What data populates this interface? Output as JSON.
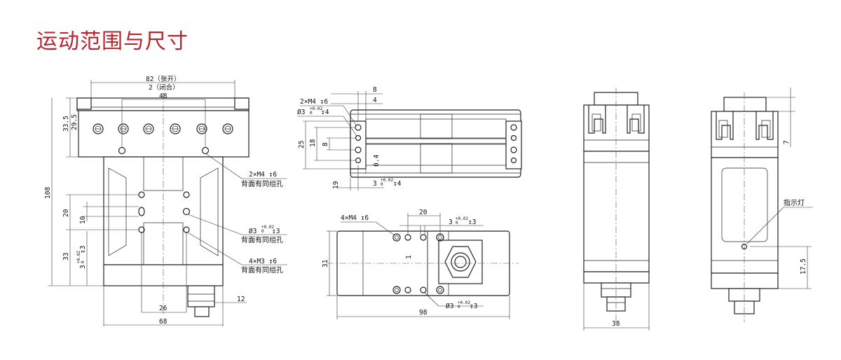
{
  "title": "运动范围与尺寸",
  "front_view": {
    "dim_stroke_open": "82（张开）",
    "dim_stroke_closed": "2（闭合）",
    "dim_48": "48",
    "dim_33_5": "33.5",
    "dim_29_5": "29.5",
    "dim_108": "108",
    "dim_20": "20",
    "dim_10": "10",
    "dim_33": "33",
    "dim_pin_3": "3",
    "dim_pin_tol": "+0.02",
    "dim_pin_tol0": "0",
    "dim_pin_depth": "↧3",
    "dim_26": "26",
    "dim_68": "68",
    "dim_12": "12",
    "note_m4": "2×M4 ↧6",
    "note_m4_back": "背面有同组孔",
    "note_pin": "Ø3",
    "note_pin_tol": "+0.02",
    "note_pin_tol0": "0",
    "note_pin_depth": "↧3",
    "note_pin_back": "背面有同组孔",
    "note_m3": "4×M3 ↧6",
    "note_m3_back": "背面有同组孔"
  },
  "top_view": {
    "dim_8": "8",
    "dim_4": "4",
    "note_m4": "2×M4 ↧6",
    "note_pin": "Ø3",
    "note_pin_tol": "+0.02",
    "note_pin_tol0": "0",
    "note_pin_depth": "↧4",
    "dim_25": "25",
    "dim_18": "18",
    "dim_8v": "8",
    "dim_0_4": "0.4",
    "dim_19": "19",
    "dim_3": "3",
    "dim_3_tol": "+0.02",
    "dim_3_tol0": "0",
    "dim_3_depth": "↧4"
  },
  "bottom_view": {
    "note_m4": "4×M4 ↧6",
    "dim_20": "20",
    "dim_3": "3",
    "dim_3_tol": "+0.02",
    "dim_3_tol0": "0",
    "dim_3_depth": "↧3",
    "dim_1": "1",
    "dim_31": "31",
    "note_pin": "Ø3",
    "note_pin_tol": "+0.02",
    "note_pin_tol0": "0",
    "note_pin_depth": "↧3",
    "dim_98": "98"
  },
  "side_view": {
    "dim_38": "38"
  },
  "rear_view": {
    "dim_7": "7",
    "note_indicator": "指示灯",
    "dim_17_5": "17.5"
  }
}
